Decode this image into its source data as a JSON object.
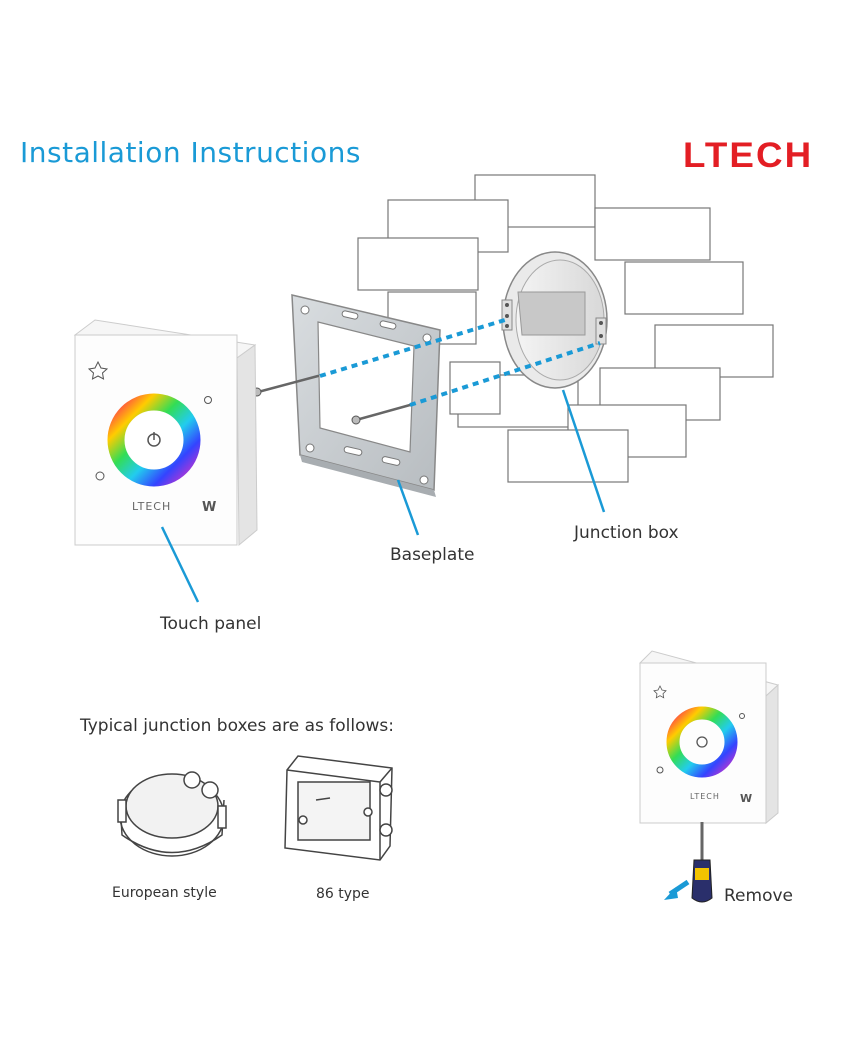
{
  "header": {
    "title": "Installation Instructions",
    "logo": "LTECH"
  },
  "labels": {
    "touch_panel": "Touch panel",
    "baseplate": "Baseplate",
    "junction_box": "Junction box",
    "remove": "Remove"
  },
  "panel": {
    "brand": "LTECH",
    "white_key": "W",
    "icons": [
      "star-scene-icon",
      "brightness-icon",
      "mode-icon",
      "power-icon"
    ]
  },
  "typical": {
    "heading": "Typical junction boxes are as follows:",
    "items": [
      {
        "caption": "European style"
      },
      {
        "caption": "86 type"
      }
    ]
  },
  "colors": {
    "accent": "#1a9ad6",
    "brand": "#e31e24",
    "leader": "#1a9ad6"
  }
}
